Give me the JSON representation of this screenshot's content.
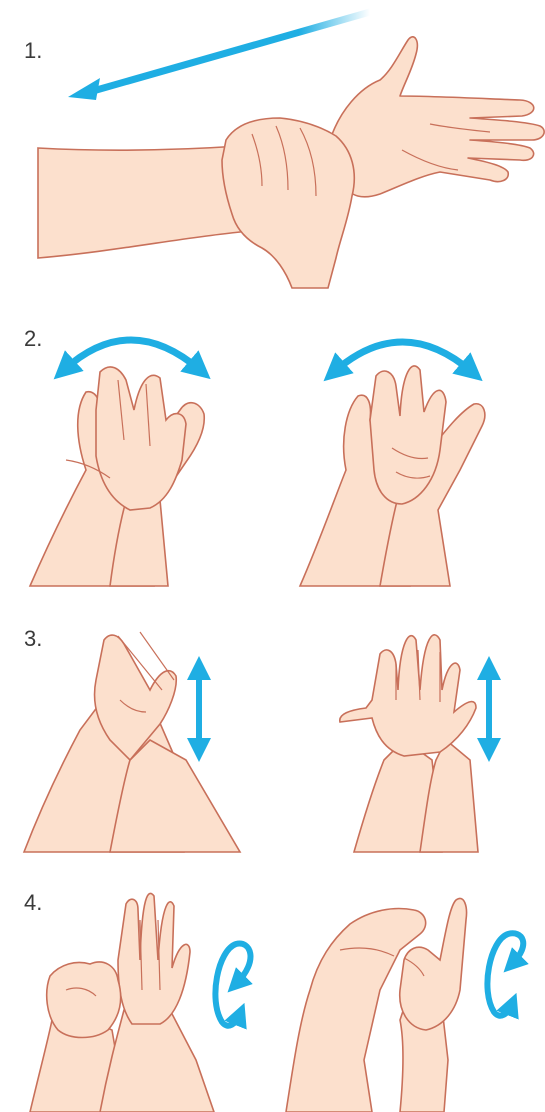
{
  "colors": {
    "skin": "#FCE0CD",
    "skin_shadow": "#F5C8AC",
    "outline": "#C8705A",
    "arrow": "#1FAEE3",
    "text": "#3a3a3a"
  },
  "steps": [
    {
      "number": "1.",
      "icons": [
        "forearm-rub-icon",
        "direction-arrow-icon"
      ]
    },
    {
      "number": "2.",
      "icons": [
        "palm-to-back-hand-icon",
        "palm-to-palm-icon",
        "curved-double-arrow-icon"
      ]
    },
    {
      "number": "3.",
      "icons": [
        "crossed-fingers-icon",
        "interlaced-fingers-icon",
        "vertical-double-arrow-icon"
      ]
    },
    {
      "number": "4.",
      "icons": [
        "fist-in-palm-icon",
        "thumb-rotation-icon",
        "circular-arrow-icon"
      ]
    }
  ]
}
